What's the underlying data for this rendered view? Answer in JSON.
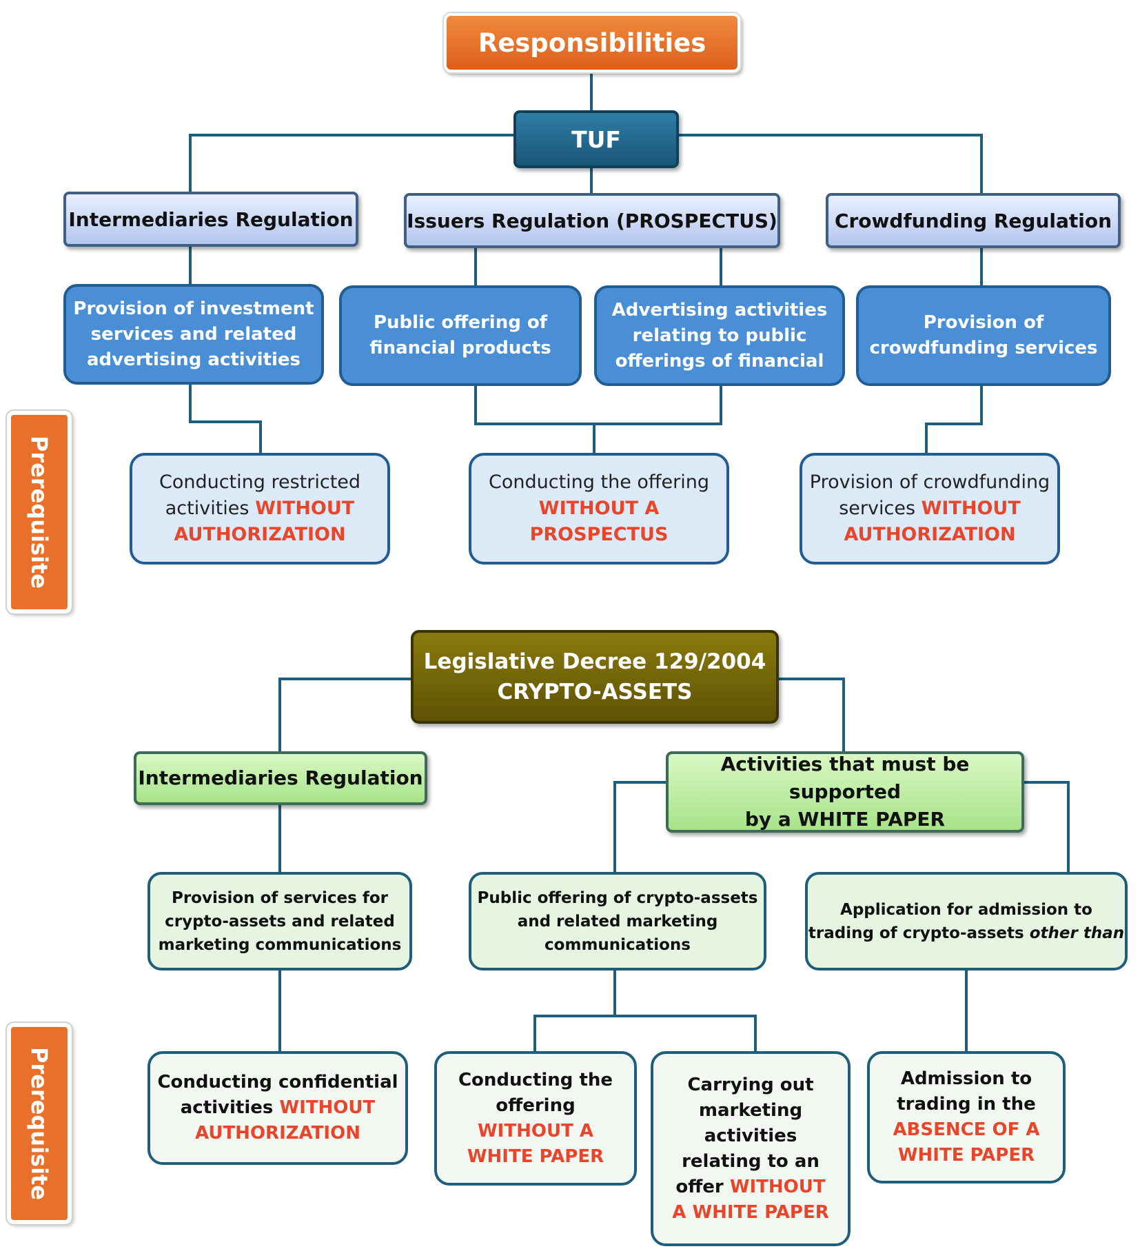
{
  "top": {
    "responsibilities": "Responsibilities",
    "tuf": "TUF"
  },
  "regulations": {
    "intermediaries": "Intermediaries Regulation",
    "issuers": "Issuers Regulation (PROSPECTUS)",
    "crowdfunding": "Crowdfunding Regulation"
  },
  "activities": {
    "investment": [
      "Provision of investment",
      "services and related",
      "advertising activities"
    ],
    "public_offering": [
      "Public offering of",
      "financial products"
    ],
    "advertising": [
      "Advertising activities",
      "relating to public",
      "offerings of financial"
    ],
    "crowdfunding": [
      "Provision of",
      "crowdfunding services"
    ]
  },
  "prerequisites_top": {
    "restricted": {
      "normal": [
        "Conducting restricted",
        "activities "
      ],
      "highlight": [
        "WITHOUT",
        "AUTHORIZATION"
      ]
    },
    "offering": {
      "normal": [
        "Conducting the offering"
      ],
      "highlight": [
        "WITHOUT A",
        "PROSPECTUS"
      ]
    },
    "crowdfunding": {
      "normal": [
        "Provision of crowdfunding",
        "services "
      ],
      "highlight": [
        "WITHOUT",
        "AUTHORIZATION"
      ]
    }
  },
  "side_label": "Prerequisite",
  "decree": {
    "line1": "Legislative Decree 129/2004",
    "line2": "CRYPTO-ASSETS"
  },
  "crypto_regs": {
    "intermediaries": "Intermediaries Regulation",
    "white_paper": [
      "Activities that must be supported",
      "by a WHITE PAPER"
    ]
  },
  "crypto_activities": {
    "services": [
      "Provision of services for",
      "crypto-assets and related",
      "marketing communications"
    ],
    "public_offering": [
      "Public offering of crypto-assets",
      "and related marketing",
      "communications"
    ],
    "admission": {
      "line1": "Application for admission to",
      "line2": "trading of crypto-assets ",
      "italic": "other than"
    }
  },
  "prerequisites_bottom": {
    "confidential": {
      "normal": [
        "Conducting confidential",
        "activities "
      ],
      "highlight": [
        "WITHOUT",
        "AUTHORIZATION"
      ]
    },
    "offering": {
      "normal": [
        "Conducting the",
        "offering"
      ],
      "highlight": [
        "WITHOUT A",
        "WHITE PAPER"
      ]
    },
    "marketing": {
      "normal": [
        "Carrying out",
        "marketing",
        "activities",
        "relating to an",
        "offer "
      ],
      "highlight": [
        "WITHOUT",
        "A WHITE PAPER"
      ]
    },
    "admission": {
      "normal": [
        "Admission to",
        "trading in the"
      ],
      "highlight": [
        "ABSENCE OF A",
        "WHITE PAPER"
      ]
    }
  },
  "colors": {
    "orange": "#e8702a",
    "tuf_blue": "#1a5678",
    "line_blue": "#215c92",
    "red_text": "#e8452a",
    "olive": "#6e620a",
    "green": "#a7e38a"
  }
}
